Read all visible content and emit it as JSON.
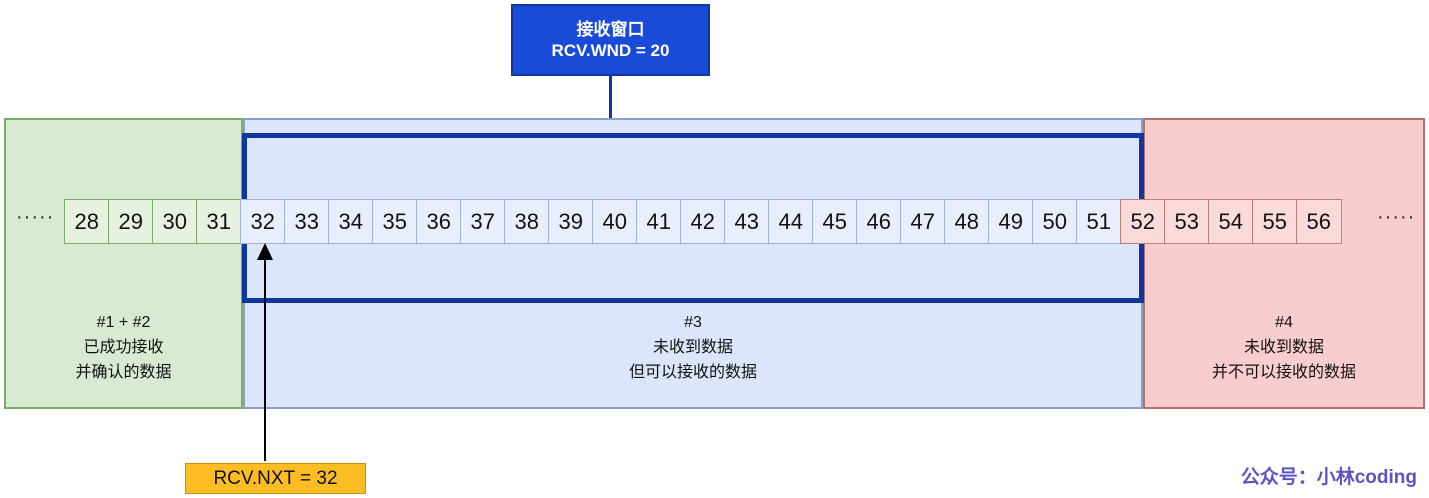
{
  "window_callout": {
    "title": "接收窗口",
    "value": "RCV.WND = 20",
    "fill_color": "#1a4ad8",
    "text_color": "#ffffff"
  },
  "regions": [
    {
      "id": "received-acked",
      "tag": "#1 + #2",
      "line1": "已成功接收",
      "line2": "并确认的数据",
      "fill_color": "#d9ead3",
      "border_color": "#7aab6b"
    },
    {
      "id": "not-received-acceptable",
      "tag": "#3",
      "line1": "未收到数据",
      "line2": "但可以接收的数据",
      "fill_color": "#dce6fb",
      "border_color": "#8aa0c8"
    },
    {
      "id": "not-received-unacceptable",
      "tag": "#4",
      "line1": "未收到数据",
      "line2": "并不可以接收的数据",
      "fill_color": "#f9cdcd",
      "border_color": "#b5706f"
    }
  ],
  "ellipsis": {
    "left": "·····",
    "right": "·····"
  },
  "cells": [
    {
      "value": "28",
      "state": "g"
    },
    {
      "value": "29",
      "state": "g"
    },
    {
      "value": "30",
      "state": "g"
    },
    {
      "value": "31",
      "state": "g"
    },
    {
      "value": "32",
      "state": "b"
    },
    {
      "value": "33",
      "state": "b"
    },
    {
      "value": "34",
      "state": "b"
    },
    {
      "value": "35",
      "state": "b"
    },
    {
      "value": "36",
      "state": "b"
    },
    {
      "value": "37",
      "state": "b"
    },
    {
      "value": "38",
      "state": "b"
    },
    {
      "value": "39",
      "state": "b"
    },
    {
      "value": "40",
      "state": "b"
    },
    {
      "value": "41",
      "state": "b"
    },
    {
      "value": "42",
      "state": "b"
    },
    {
      "value": "43",
      "state": "b"
    },
    {
      "value": "44",
      "state": "b"
    },
    {
      "value": "45",
      "state": "b"
    },
    {
      "value": "46",
      "state": "b"
    },
    {
      "value": "47",
      "state": "b"
    },
    {
      "value": "48",
      "state": "b"
    },
    {
      "value": "49",
      "state": "b"
    },
    {
      "value": "50",
      "state": "b"
    },
    {
      "value": "51",
      "state": "b"
    },
    {
      "value": "52",
      "state": "r"
    },
    {
      "value": "53",
      "state": "r"
    },
    {
      "value": "54",
      "state": "r"
    },
    {
      "value": "55",
      "state": "r"
    },
    {
      "value": "56",
      "state": "r"
    }
  ],
  "rcv_nxt": {
    "label": "RCV.NXT = 32",
    "fill_color": "#fcbd24",
    "points_at": "32"
  },
  "watermark": {
    "text": "公众号：小林coding",
    "color": "#5b54c4"
  }
}
